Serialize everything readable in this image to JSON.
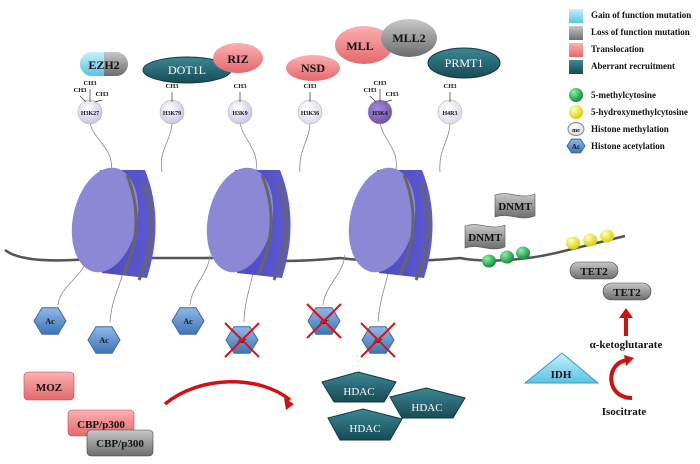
{
  "legend": {
    "items": [
      {
        "label": "Gain of function mutation",
        "color": "#7fd3ee",
        "kind": "square"
      },
      {
        "label": "Loss of function mutation",
        "color": "#9a9a9a",
        "kind": "square"
      },
      {
        "label": "Translocation",
        "color": "#ef7e80",
        "kind": "square"
      },
      {
        "label": "Aberrant recruitment",
        "color": "#1e5a66",
        "kind": "square"
      },
      {
        "label": "5-methylcytosine",
        "color": "#1aa84a",
        "kind": "circle"
      },
      {
        "label": "5-hydroxymethylcytosine",
        "color": "#f1ee1a",
        "kind": "circle"
      },
      {
        "label": "Histone methylation",
        "symbol": "me",
        "kind": "me"
      },
      {
        "label": "Histone acetylation",
        "symbol": "Ac",
        "kind": "ac"
      }
    ]
  },
  "writers": {
    "ezh2": "EZH2",
    "dot1l": "DOT1L",
    "riz": "RIZ",
    "nsd": "NSD",
    "mll": "MLL",
    "mll2": "MLL2",
    "prmt1": "PRMT1"
  },
  "histone_marks": [
    {
      "label": "H3K27",
      "methyl_groups": 3
    },
    {
      "label": "H3K79",
      "methyl_groups": 1
    },
    {
      "label": "H3K9",
      "methyl_groups": 1
    },
    {
      "label": "H3K36",
      "methyl_groups": 1
    },
    {
      "label": "H3K4",
      "methyl_groups": 3
    },
    {
      "label": "H4R3",
      "methyl_groups": 1
    }
  ],
  "methyl_label": "CH3",
  "acetyl": {
    "label": "Ac",
    "items": [
      {
        "crossed": false
      },
      {
        "crossed": false
      },
      {
        "crossed": false
      },
      {
        "crossed": true
      },
      {
        "crossed": true
      },
      {
        "crossed": true
      }
    ]
  },
  "dna_methylation": {
    "dnmt_1": "DNMT",
    "dnmt_2": "DNMT",
    "tet2_1": "TET2",
    "tet2_2": "TET2",
    "idh": "IDH",
    "alpha_kg": "α-ketoglutarate",
    "isocitrate": "Isocitrate"
  },
  "acetylation_writers": {
    "moz": "MOZ",
    "cbp_1": "CBP/p300",
    "cbp_2": "CBP/p300"
  },
  "hdac": [
    "HDAC",
    "HDAC",
    "HDAC"
  ],
  "colors": {
    "nucleosome": "#5552c8",
    "nucleosome_face": "#8c88d6",
    "translocation": "#ef7e80",
    "loss": "#9a9a9a",
    "gain": "#a6e1f2",
    "aberrant": "#1e5a66",
    "acetyl": "#5a8fc9",
    "arrow": "#d11010"
  }
}
